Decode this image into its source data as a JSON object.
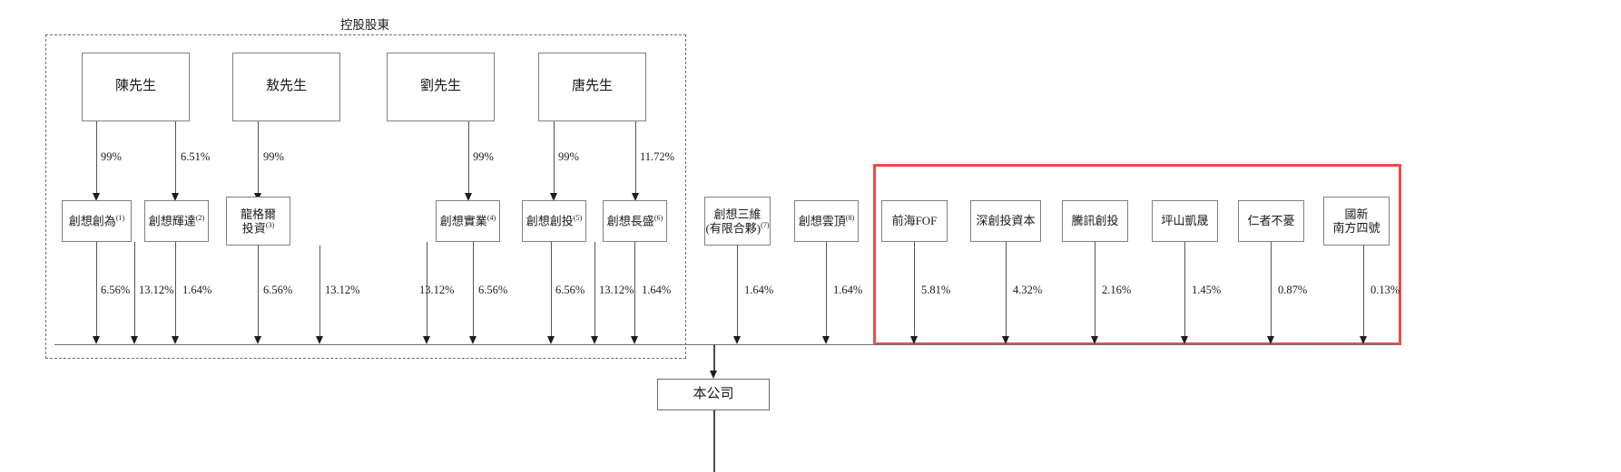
{
  "diagram": {
    "title": "控股股東",
    "company": {
      "label": "本公司"
    },
    "persons": [
      {
        "id": "chen",
        "label": "陳先生"
      },
      {
        "id": "ao",
        "label": "敖先生"
      },
      {
        "id": "liu",
        "label": "劉先生"
      },
      {
        "id": "tang",
        "label": "唐先生"
      }
    ],
    "person_edges": [
      {
        "from": "chen",
        "to": "chuangxiang-chuangwei",
        "pct": "99%"
      },
      {
        "from": "chen",
        "to": "chuangxiang-huida",
        "pct": "6.51%"
      },
      {
        "from": "ao",
        "to": "longgeer-touzi",
        "pct": "99%"
      },
      {
        "from": "liu",
        "to": "chuangxiang-shiye",
        "pct": "99%"
      },
      {
        "from": "tang",
        "to": "chuangxiang-chuangtou",
        "pct": "99%"
      },
      {
        "from": "tang",
        "to": "chuangxiang-changsheng",
        "pct": "11.72%"
      }
    ],
    "entities": [
      {
        "id": "chuangxiang-chuangwei",
        "name": "創想創為",
        "note": "(1)",
        "lines": [
          "創想創為"
        ]
      },
      {
        "id": "chuangxiang-huida",
        "name": "創想輝達",
        "note": "(2)",
        "lines": [
          "創想輝達"
        ]
      },
      {
        "id": "longgeer-touzi",
        "name": "龍格爾投資",
        "note": "(3)",
        "lines": [
          "龍格爾",
          "投資"
        ]
      },
      {
        "id": "chuangxiang-shiye",
        "name": "創想實業",
        "note": "(4)",
        "lines": [
          "創想實業"
        ]
      },
      {
        "id": "chuangxiang-chuangtou",
        "name": "創想創投",
        "note": "(5)",
        "lines": [
          "創想創投"
        ]
      },
      {
        "id": "chuangxiang-changsheng",
        "name": "創想長盛",
        "note": "(6)",
        "lines": [
          "創想長盛"
        ]
      },
      {
        "id": "chuangxiang-sanwei",
        "name": "創想三維(有限合夥)",
        "note": "(7)",
        "lines": [
          "創想三維",
          "(有限合夥)"
        ]
      },
      {
        "id": "chuangxiang-yunding",
        "name": "創想雲頂",
        "note": "(8)",
        "lines": [
          "創想雲頂"
        ]
      }
    ],
    "investors": [
      {
        "id": "qianhai-fof",
        "lines": [
          "前海FOF"
        ]
      },
      {
        "id": "shenchuang",
        "lines": [
          "深創投資本"
        ]
      },
      {
        "id": "tencent",
        "lines": [
          "騰訊創投"
        ]
      },
      {
        "id": "pingshan",
        "lines": [
          "坪山凱晟"
        ]
      },
      {
        "id": "renzhebuyou",
        "lines": [
          "仁者不憂"
        ]
      },
      {
        "id": "guoxin-nanfang",
        "lines": [
          "國新",
          "南方四號"
        ]
      }
    ],
    "company_edges": [
      {
        "from": "chuangxiang-chuangwei",
        "pct": "6.56%"
      },
      {
        "from": "chuangxiang-chuangwei",
        "pct": "13.12%"
      },
      {
        "from": "chuangxiang-huida",
        "pct": "1.64%"
      },
      {
        "from": "longgeer-touzi",
        "pct": "6.56%"
      },
      {
        "from": "longgeer-touzi",
        "pct": "13.12%"
      },
      {
        "from": "chuangxiang-shiye",
        "pct": "13.12%"
      },
      {
        "from": "chuangxiang-shiye",
        "pct": "6.56%"
      },
      {
        "from": "chuangxiang-chuangtou",
        "pct": "6.56%"
      },
      {
        "from": "chuangxiang-chuangtou",
        "pct": "13.12%"
      },
      {
        "from": "chuangxiang-changsheng",
        "pct": "1.64%"
      },
      {
        "from": "chuangxiang-sanwei",
        "pct": "1.64%"
      },
      {
        "from": "chuangxiang-yunding",
        "pct": "1.64%"
      },
      {
        "from": "qianhai-fof",
        "pct": "5.81%"
      },
      {
        "from": "shenchuang",
        "pct": "4.32%"
      },
      {
        "from": "tencent",
        "pct": "2.16%"
      },
      {
        "from": "pingshan",
        "pct": "1.45%"
      },
      {
        "from": "renzhebuyou",
        "pct": "0.87%"
      },
      {
        "from": "guoxin-nanfang",
        "pct": "0.13%"
      }
    ],
    "colors": {
      "highlight": "#f1494d",
      "box_border": "#808080",
      "line": "#555555",
      "dashed_frame": "#6d6d6d"
    }
  }
}
